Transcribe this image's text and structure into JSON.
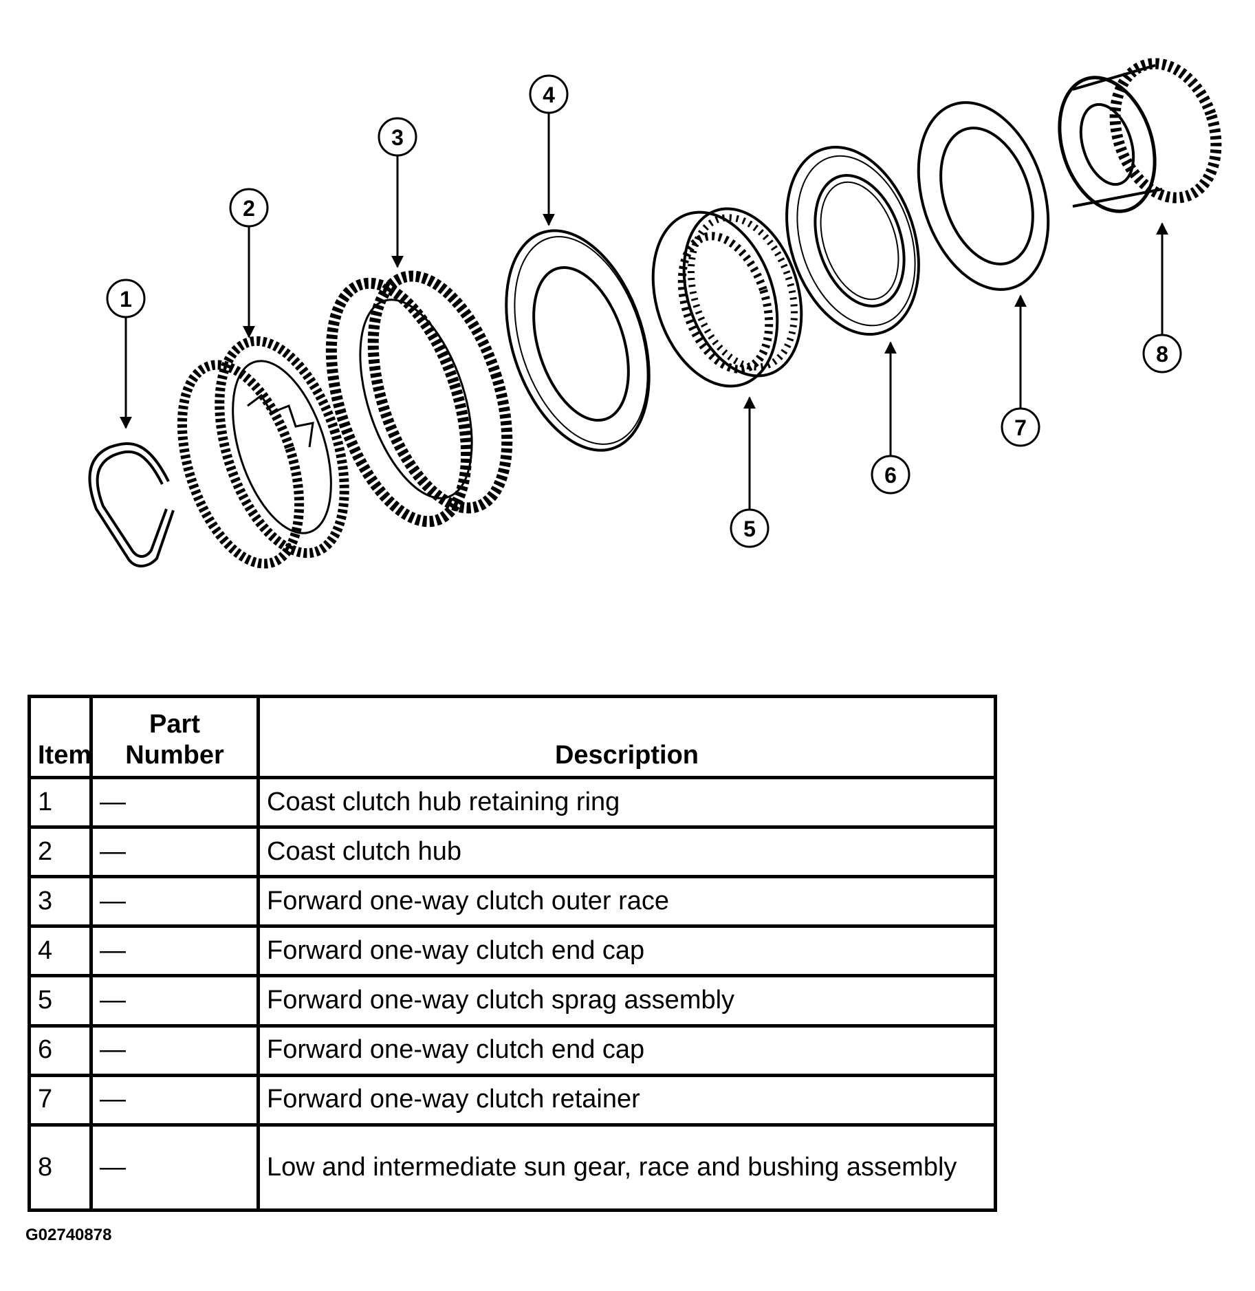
{
  "diagram": {
    "callouts": [
      "1",
      "2",
      "3",
      "4",
      "5",
      "6",
      "7",
      "8"
    ]
  },
  "table": {
    "headers": {
      "item": "Item",
      "part_line1": "Part",
      "part_line2": "Number",
      "description": "Description"
    },
    "rows": [
      {
        "item": "1",
        "part": "—",
        "description": "Coast clutch hub retaining ring"
      },
      {
        "item": "2",
        "part": "—",
        "description": "Coast clutch hub"
      },
      {
        "item": "3",
        "part": "—",
        "description": "Forward one-way clutch outer race"
      },
      {
        "item": "4",
        "part": "—",
        "description": "Forward one-way clutch end cap"
      },
      {
        "item": "5",
        "part": "—",
        "description": "Forward one-way clutch sprag assembly"
      },
      {
        "item": "6",
        "part": "—",
        "description": "Forward one-way clutch end cap"
      },
      {
        "item": "7",
        "part": "—",
        "description": "Forward one-way clutch retainer"
      },
      {
        "item": "8",
        "part": "—",
        "description": "Low and intermediate sun gear, race and bushing assembly"
      }
    ]
  },
  "figure_id": "G02740878"
}
